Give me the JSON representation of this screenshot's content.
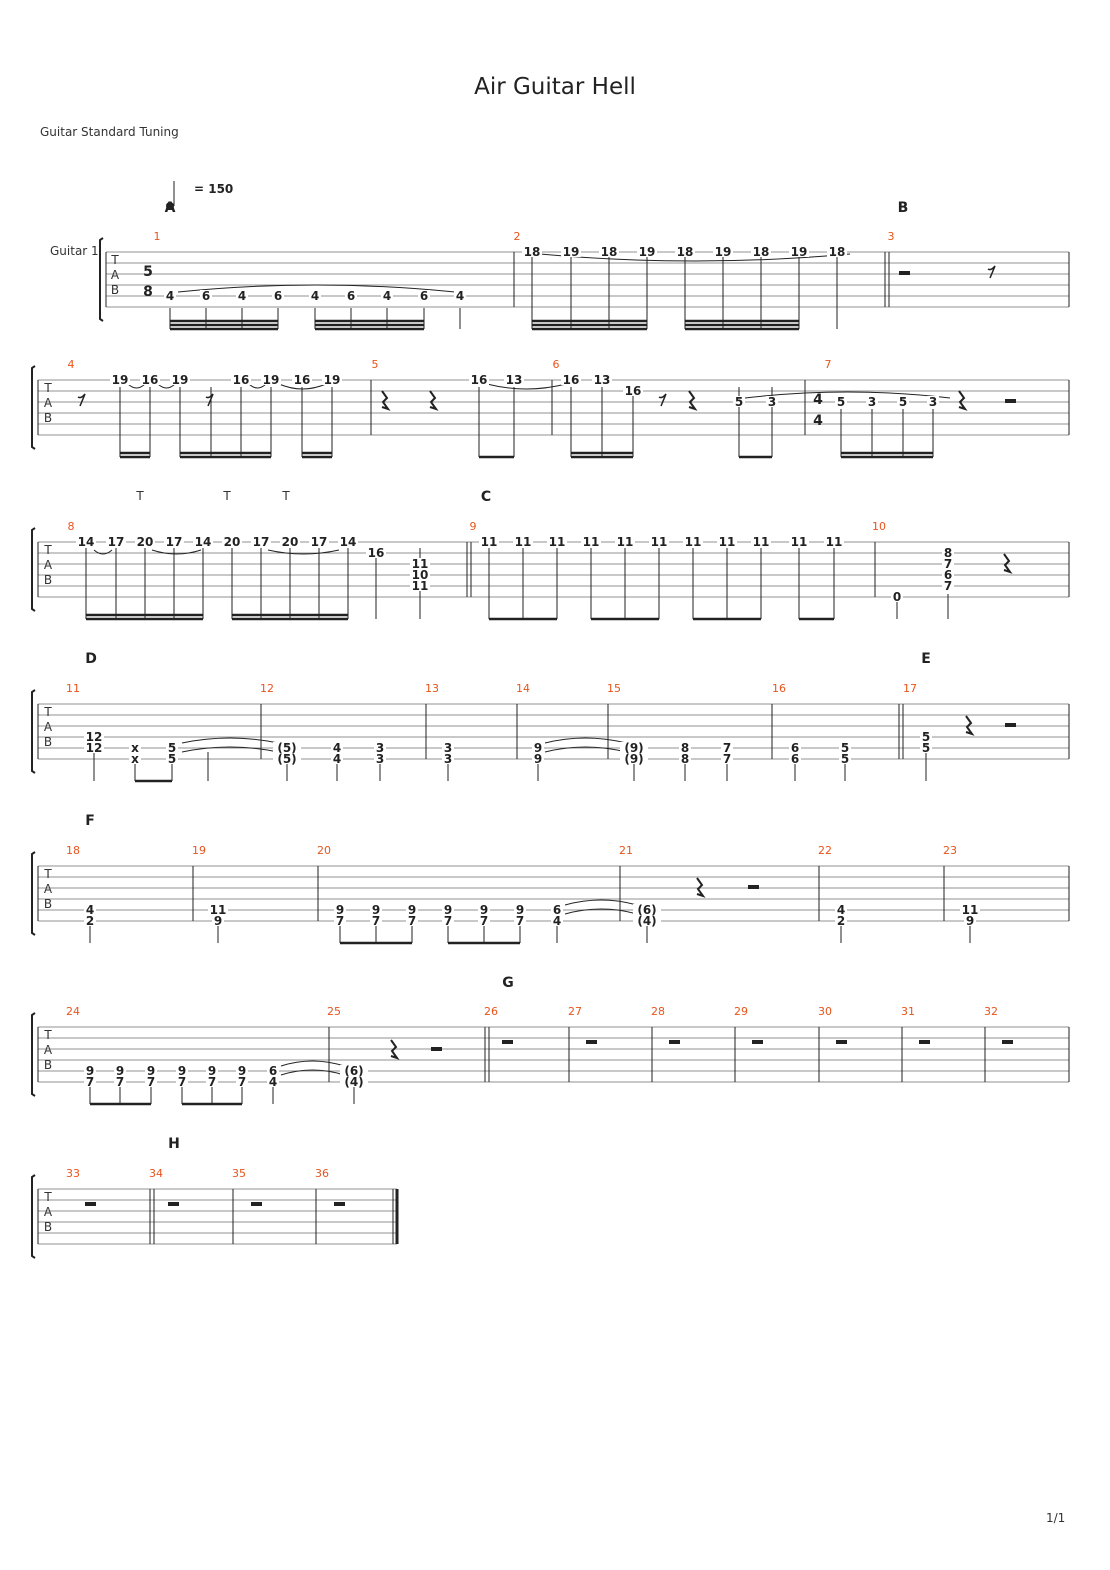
{
  "title": "Air Guitar Hell",
  "tuning": "Guitar Standard Tuning",
  "page_number": "1/1",
  "tempo": "= 150",
  "track_label": "Guitar 1",
  "clef_letters": [
    "T",
    "A",
    "B"
  ],
  "time_signatures": [
    {
      "top": "5",
      "bottom": "8"
    },
    {
      "top": "4",
      "bottom": "4"
    }
  ],
  "tap_marks": [
    "T",
    "T",
    "T"
  ],
  "sections": [
    "A",
    "B",
    "C",
    "D",
    "E",
    "F",
    "G",
    "H"
  ],
  "measures": [
    "1",
    "2",
    "3",
    "4",
    "5",
    "6",
    "7",
    "8",
    "9",
    "10",
    "11",
    "12",
    "13",
    "14",
    "15",
    "16",
    "17",
    "18",
    "19",
    "20",
    "21",
    "22",
    "23",
    "24",
    "25",
    "26",
    "27",
    "28",
    "29",
    "30",
    "31",
    "32",
    "33",
    "34",
    "35",
    "36"
  ],
  "frets": {
    "m1": [
      "4",
      "6",
      "4",
      "6",
      "4",
      "6",
      "4",
      "6",
      "4"
    ],
    "m2": [
      "18",
      "19",
      "18",
      "19",
      "18",
      "19",
      "18",
      "19",
      "18"
    ],
    "m4": [
      "19",
      "16",
      "19",
      "16",
      "19",
      "16",
      "19"
    ],
    "m5": [
      "16",
      "13"
    ],
    "m6": [
      "16",
      "13",
      "16",
      "5",
      "3"
    ],
    "m7": [
      "5",
      "3",
      "5",
      "3"
    ],
    "m8": [
      "14",
      "17",
      "20",
      "17",
      "14",
      "20",
      "17",
      "20",
      "17",
      "14",
      "16",
      "11",
      "10",
      "11"
    ],
    "m9": [
      "11",
      "11",
      "11",
      "11",
      "11",
      "11",
      "11",
      "11",
      "11",
      "11",
      "11"
    ],
    "m10": [
      "0",
      "8",
      "7",
      "6",
      "7"
    ],
    "m11": [
      "12",
      "12",
      "x",
      "x",
      "5",
      "5"
    ],
    "m12": [
      "(5)",
      "(5)",
      "4",
      "4",
      "3",
      "3"
    ],
    "m13": [
      "3",
      "3"
    ],
    "m14": [
      "9",
      "9"
    ],
    "m15": [
      "(9)",
      "(9)",
      "8",
      "8",
      "7",
      "7"
    ],
    "m16": [
      "6",
      "6",
      "5",
      "5"
    ],
    "m17": [
      "5",
      "5"
    ],
    "m18": [
      "4",
      "2"
    ],
    "m19": [
      "11",
      "9"
    ],
    "m20": [
      "9",
      "7",
      "9",
      "7",
      "9",
      "7",
      "9",
      "7",
      "9",
      "7",
      "9",
      "7",
      "6",
      "4"
    ],
    "m21": [
      "(6)",
      "(4)"
    ],
    "m22": [
      "4",
      "2"
    ],
    "m23": [
      "11",
      "9"
    ],
    "m24": [
      "9",
      "7",
      "9",
      "7",
      "9",
      "7",
      "9",
      "7",
      "9",
      "7",
      "9",
      "7",
      "6",
      "4"
    ],
    "m25": [
      "(6)",
      "(4)"
    ]
  }
}
